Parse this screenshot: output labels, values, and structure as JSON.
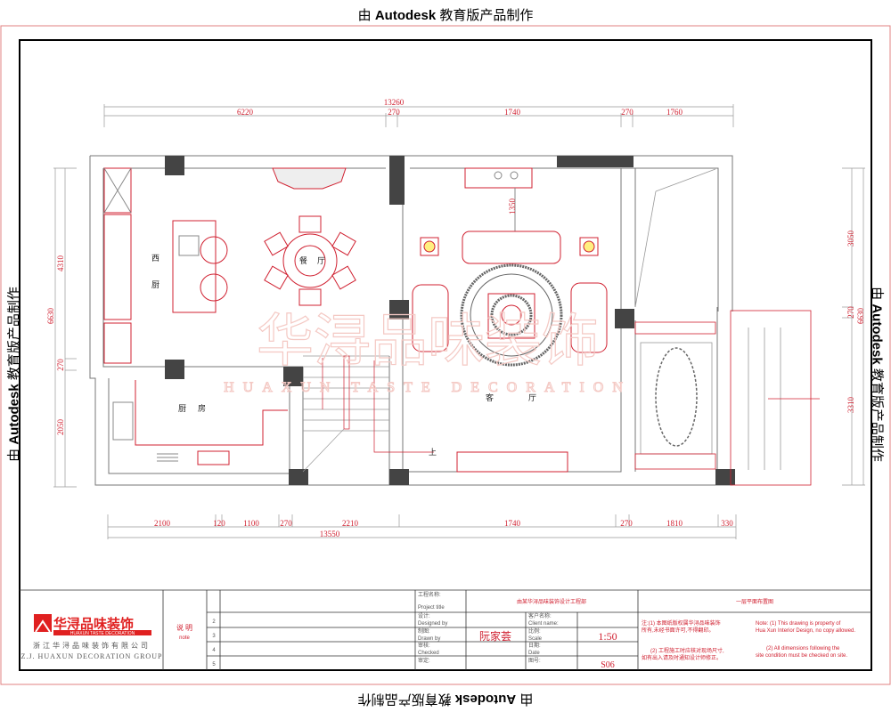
{
  "watermark_banner": {
    "prefix": "由 ",
    "brand": "Autodesk",
    "suffix": " 教育版产品制作"
  },
  "dimensions": {
    "top_total": "13260",
    "top": [
      "6220",
      "270",
      "1740",
      "270",
      "1760"
    ],
    "bottom_total": "13550",
    "bottom": [
      "2100",
      "120",
      "1100",
      "270",
      "2210",
      "1740",
      "270",
      "1810",
      "330"
    ],
    "left_total": "6630",
    "left": [
      "4310",
      "270",
      "2050"
    ],
    "right_total": "6630",
    "right": [
      "3050",
      "270",
      "3310"
    ],
    "tv_distance": "1350"
  },
  "rooms": {
    "western_kitchen": [
      "西",
      "厨"
    ],
    "dining": [
      "餐",
      "厅"
    ],
    "kitchen": [
      "厨",
      "房"
    ],
    "living": [
      "客",
      "厅"
    ],
    "stair_up": "上"
  },
  "logo": {
    "cn": "华浔品味装饰",
    "en": "HUAXUN TASTE DECORATION",
    "company_cn": "浙江华浔品味装饰有限公司",
    "company_en": "Z.J. HUAXUN DECORATION GROUP"
  },
  "title_block": {
    "note_label": "说 明",
    "note_label_en": "note",
    "rows": [
      "2",
      "3",
      "4",
      "5"
    ],
    "fields": [
      {
        "cn": "工程名称:",
        "en": "Project title"
      },
      {
        "cn": "设计:",
        "en": "Designed by"
      },
      {
        "cn": "制图:",
        "en": "Drawn by"
      },
      {
        "cn": "审核:",
        "en": "Checked"
      },
      {
        "cn": "审定:",
        "en": ""
      }
    ],
    "project_header": "由某华浔品味装饰设计工程部",
    "client_label": "客户名称:",
    "client_label_en": "Client name:",
    "client": "阮家荟",
    "scale_label": "比例:",
    "scale_label_en": "Scale",
    "scale": "1:50",
    "date_label": "日期:",
    "date_label_en": "Date",
    "drawing_no_label": "图号:",
    "drawing_no": "S06",
    "drawing_title": "一层平面布置图",
    "notes_cn_1": "注:(1) 本图纸版权属华浔品味装饰",
    "notes_cn_2": "所有,未经书面许可,不得翻印。",
    "notes_cn_3": "(2) 工程施工时应核对现场尺寸,",
    "notes_cn_4": "如有出入请及时通知设计师修正。",
    "notes_en_1": "Note: (1) This drawing is property of",
    "notes_en_2": "Hua Xun Interior Design, no copy allowed.",
    "notes_en_3": "(2) All dimensions following the",
    "notes_en_4": "site condition must be checked on site."
  }
}
